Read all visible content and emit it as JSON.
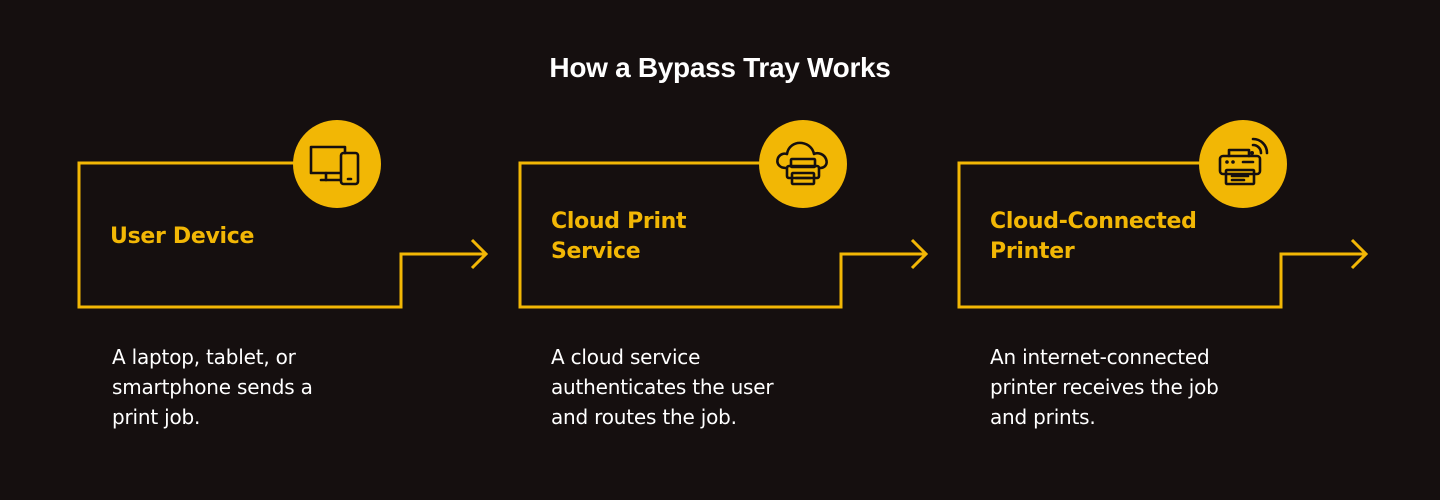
{
  "title": "How a Bypass Tray Works",
  "colors": {
    "background": "#150f0f",
    "accent": "#f2b705",
    "text": "#ffffff"
  },
  "steps": [
    {
      "label_lines": [
        "User Device"
      ],
      "icon": "devices-icon",
      "description_lines": [
        "A laptop, tablet, or",
        "smartphone sends a",
        "print job."
      ]
    },
    {
      "label_lines": [
        "Cloud Print",
        "Service"
      ],
      "icon": "cloud-printer-icon",
      "description_lines": [
        "A cloud service",
        "authenticates the user",
        "and routes the job."
      ]
    },
    {
      "label_lines": [
        "Cloud-Connected",
        "Printer"
      ],
      "icon": "wifi-printer-icon",
      "description_lines": [
        "An internet-connected",
        "printer receives the job",
        "and prints."
      ]
    }
  ]
}
